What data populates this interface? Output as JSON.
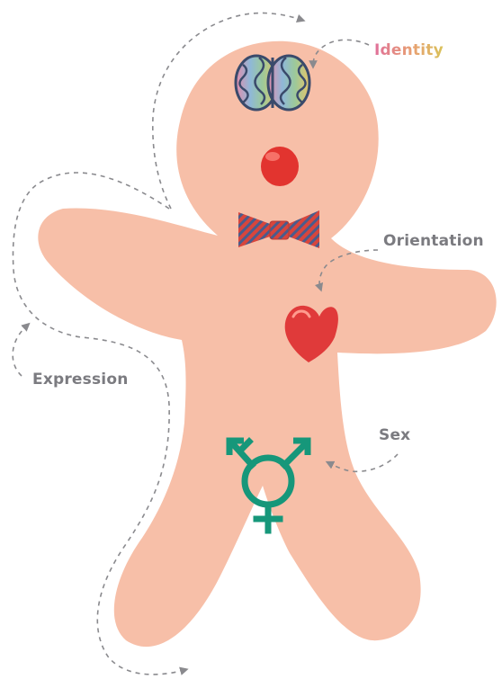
{
  "labels": {
    "identity": "Identity",
    "orientation": "Orientation",
    "expression": "Expression",
    "sex": "Sex"
  },
  "colors": {
    "body": "#f7bfa8",
    "heart": "#e03a3a",
    "mouth": "#e2342f",
    "bowtie_red": "#d8453c",
    "bowtie_stripe": "#4a5c8c",
    "sex_symbol": "#16977a",
    "label_gray": "#7b7b80",
    "arrow_gray": "#8a8a8e",
    "brain_outline": "#3a4a6b"
  },
  "icons": {
    "identity": "brain-icon",
    "expression": "bowtie-icon",
    "orientation": "heart-icon",
    "sex": "transgender-symbol-icon"
  }
}
